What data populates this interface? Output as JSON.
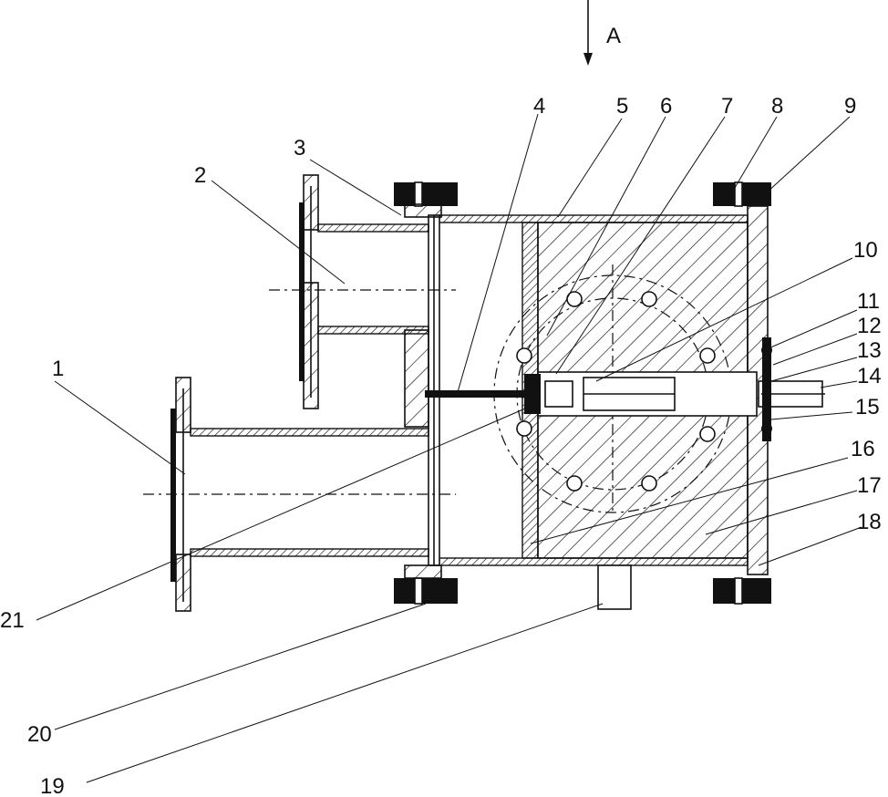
{
  "view_label": "A",
  "callouts": [
    "1",
    "2",
    "3",
    "4",
    "5",
    "6",
    "7",
    "8",
    "9",
    "10",
    "11",
    "12",
    "13",
    "14",
    "15",
    "16",
    "17",
    "18",
    "19",
    "20",
    "21"
  ]
}
